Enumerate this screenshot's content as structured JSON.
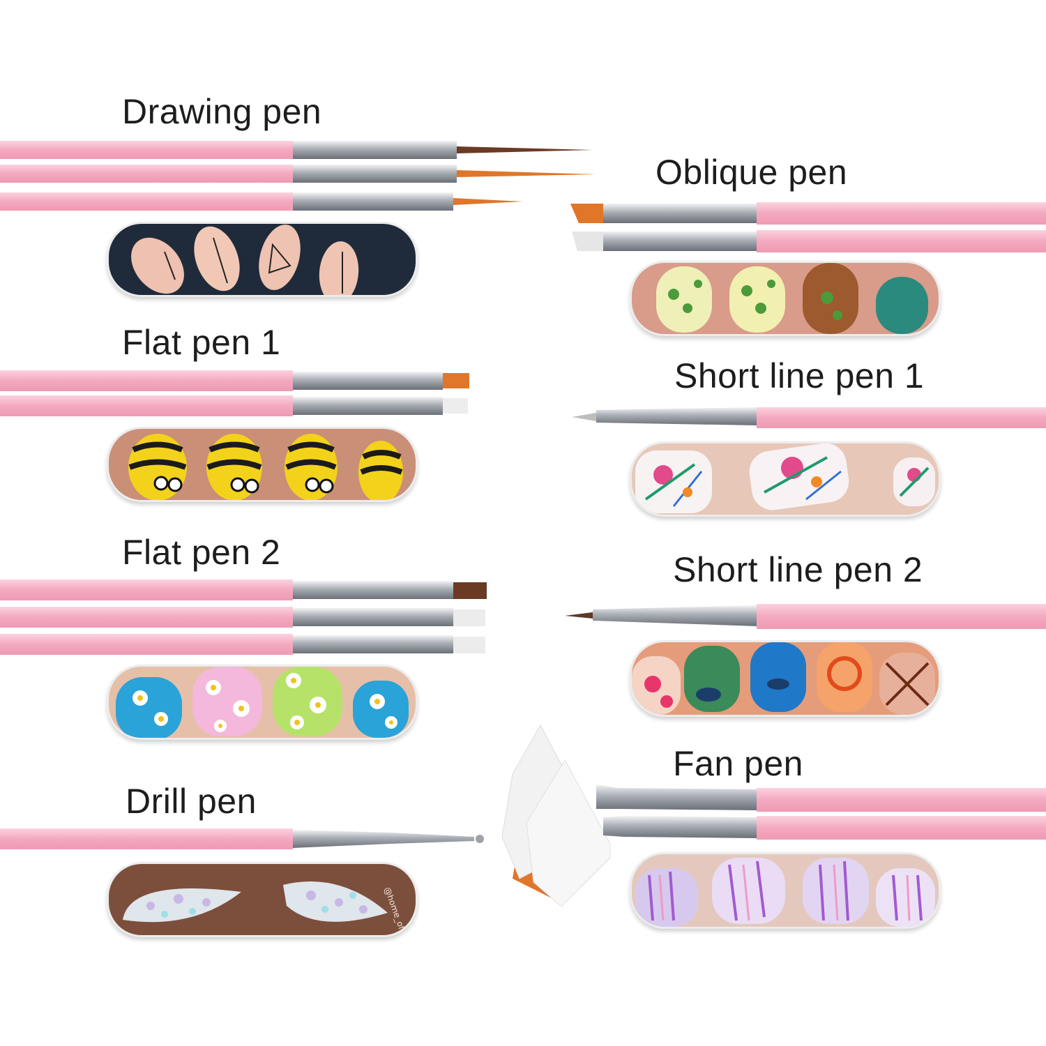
{
  "labels": {
    "drawing": "Drawing pen",
    "oblique": "Oblique pen",
    "flat1": "Flat pen 1",
    "shortline1": "Short line pen 1",
    "flat2": "Flat pen 2",
    "shortline2": "Short line pen 2",
    "drill": "Drill pen",
    "fan": "Fan pen"
  },
  "photo_text": {
    "drill_watermark": "@home_of"
  },
  "colors": {
    "handle_pink": "#f6b3c8",
    "ferrule_silver": "#b9bcc2",
    "bristle_orange": "#e0762a",
    "bristle_brown": "#6a3a24",
    "bristle_white": "#f4f4f4"
  }
}
